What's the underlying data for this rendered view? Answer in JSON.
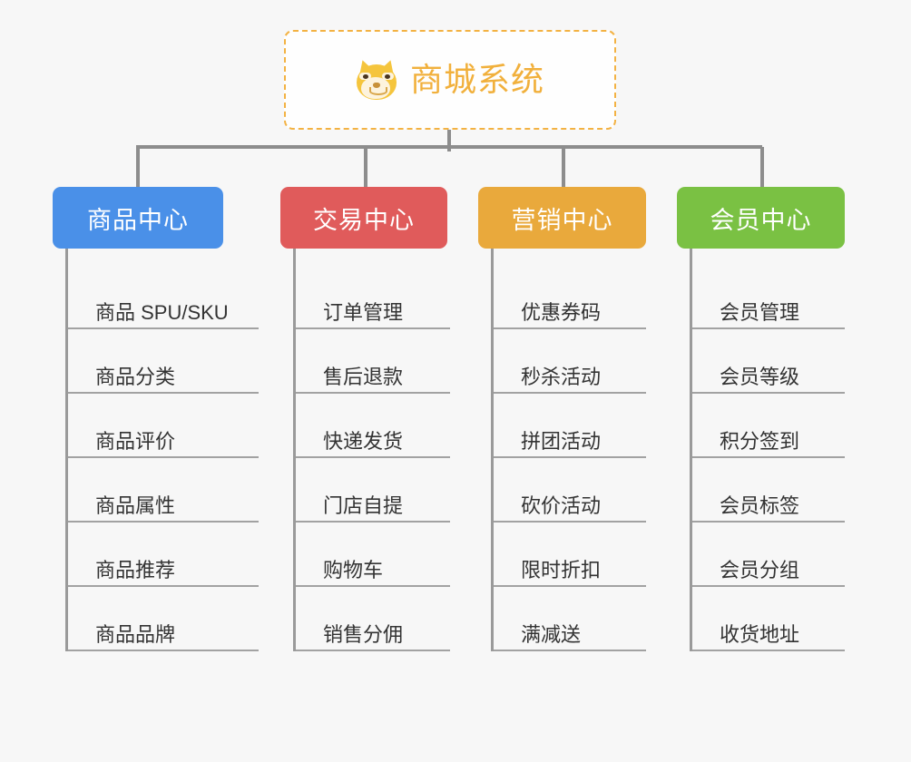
{
  "root": {
    "icon": "shiba-dog-icon",
    "title": "商城系统",
    "accent_color": "#f1b03c",
    "border_color": "#f3b243"
  },
  "canvas": {
    "background_color": "#f7f7f7",
    "connector_color": "#8d8d8d"
  },
  "columns": [
    {
      "header": "商品中心",
      "color": "#4a90e8",
      "items": [
        "商品 SPU/SKU",
        "商品分类",
        "商品评价",
        "商品属性",
        "商品推荐",
        "商品品牌"
      ]
    },
    {
      "header": "交易中心",
      "color": "#e05b5b",
      "items": [
        "订单管理",
        "售后退款",
        "快递发货",
        "门店自提",
        "购物车",
        "销售分佣"
      ]
    },
    {
      "header": "营销中心",
      "color": "#e9a93c",
      "items": [
        "优惠券码",
        "秒杀活动",
        "拼团活动",
        "砍价活动",
        "限时折扣",
        "满减送"
      ]
    },
    {
      "header": "会员中心",
      "color": "#7ac143",
      "items": [
        "会员管理",
        "会员等级",
        "积分签到",
        "会员标签",
        "会员分组",
        "收货地址"
      ]
    }
  ]
}
